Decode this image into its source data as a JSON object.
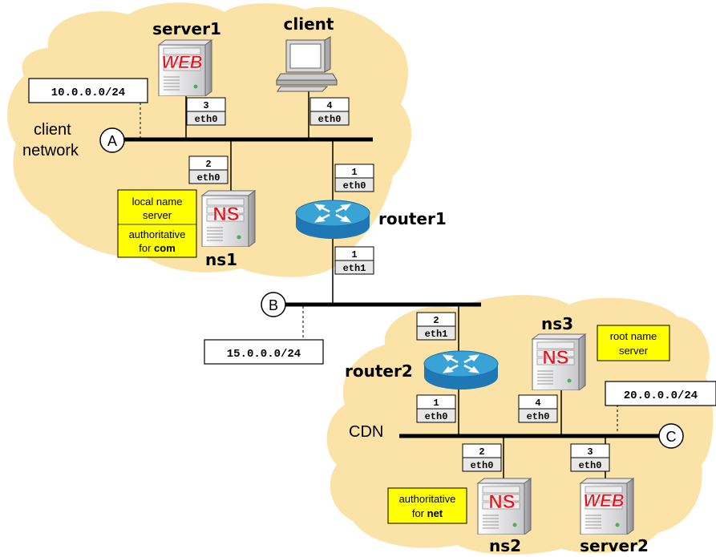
{
  "colors": {
    "cloud": "#FBE3A8",
    "note": "#FFFF00",
    "router_top": "#3AA3D6",
    "router_side": "#1E78B5",
    "server_red": "#E8101A",
    "line": "#000000"
  },
  "networks": {
    "a": {
      "letter": "A",
      "name_line1": "client",
      "name_line2": "network",
      "subnet": "10.0.0.0/24"
    },
    "b": {
      "letter": "B",
      "subnet": "15.0.0.0/24"
    },
    "c": {
      "letter": "C",
      "name": "CDN",
      "subnet": "20.0.0.0/24"
    }
  },
  "nodes": {
    "server1": {
      "name": "server1",
      "badge": "WEB",
      "icon": "web-server-icon"
    },
    "client": {
      "name": "client",
      "icon": "desktop-computer-icon"
    },
    "ns1": {
      "name": "ns1",
      "badge": "NS",
      "icon": "name-server-icon"
    },
    "router1": {
      "name": "router1",
      "icon": "router-icon"
    },
    "router2": {
      "name": "router2",
      "icon": "router-icon"
    },
    "ns3": {
      "name": "ns3",
      "badge": "NS",
      "icon": "name-server-icon"
    },
    "ns2": {
      "name": "ns2",
      "badge": "NS",
      "icon": "name-server-icon"
    },
    "server2": {
      "name": "server2",
      "badge": "WEB",
      "icon": "web-server-icon"
    }
  },
  "interfaces": {
    "server1_eth0": {
      "num": "3",
      "iface": "eth0"
    },
    "client_eth0": {
      "num": "4",
      "iface": "eth0"
    },
    "ns1_eth0": {
      "num": "2",
      "iface": "eth0"
    },
    "router1_eth0": {
      "num": "1",
      "iface": "eth0"
    },
    "router1_eth1": {
      "num": "1",
      "iface": "eth1"
    },
    "router2_eth1": {
      "num": "2",
      "iface": "eth1"
    },
    "router2_eth0": {
      "num": "1",
      "iface": "eth0"
    },
    "ns3_eth0": {
      "num": "4",
      "iface": "eth0"
    },
    "ns2_eth0": {
      "num": "2",
      "iface": "eth0"
    },
    "server2_eth0": {
      "num": "3",
      "iface": "eth0"
    }
  },
  "notes": {
    "ns1_line1": "local name",
    "ns1_line2": "server",
    "ns1_line3": "authoritative",
    "ns1_line4_prefix": "for ",
    "ns1_line4_bold": "com",
    "ns3_line1": "root name",
    "ns3_line2": "server",
    "ns2_line1": "authoritative",
    "ns2_line2_prefix": "for ",
    "ns2_line2_bold": "net"
  }
}
